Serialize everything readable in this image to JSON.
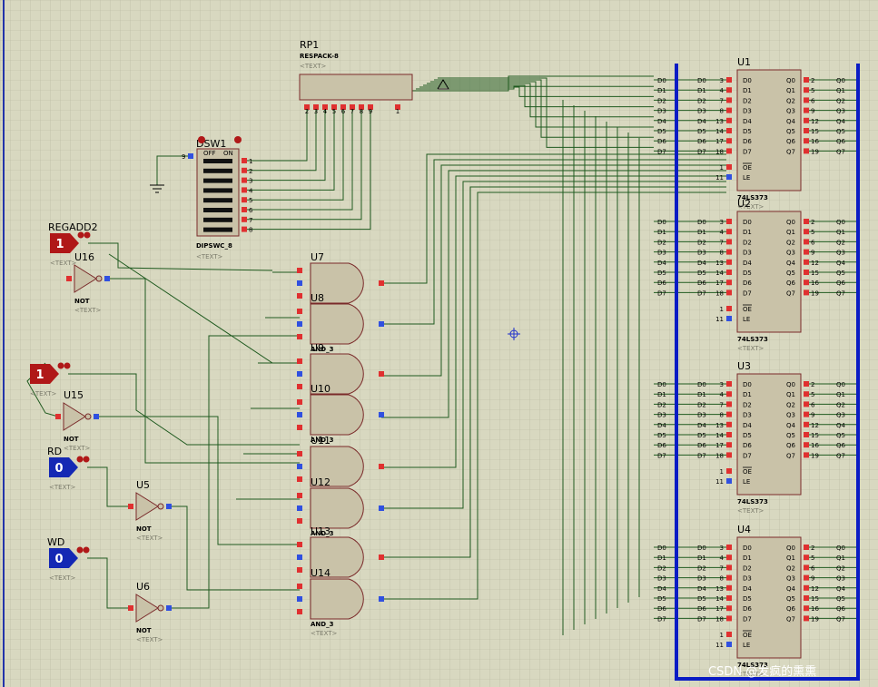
{
  "colors": {
    "wire": "#1f5a1f",
    "bus": "#0b1cc4",
    "body": "#c9c2a8",
    "body_stroke": "#7a2a2a",
    "pin_red": "#e03030",
    "pin_blue": "#3050e0",
    "probe_red": "#b01818",
    "probe_blue": "#1428b4"
  },
  "placeholder": "<TEXT>",
  "watermark": "CSDN @发疯的熏熏",
  "rp1": {
    "ref": "RP1",
    "part": "RESPACK-8",
    "pins": [
      "2",
      "3",
      "4",
      "5",
      "6",
      "7",
      "8",
      "9",
      "1"
    ]
  },
  "dsw1": {
    "ref": "DSW1",
    "part": "DIPSWC_8",
    "off": "OFF",
    "on": "ON",
    "pin": "9",
    "pins": [
      "1",
      "2",
      "3",
      "4",
      "5",
      "6",
      "7",
      "8"
    ]
  },
  "probes": {
    "regadd2": {
      "label": "REGADD2",
      "value": "1"
    },
    "unnamed": {
      "label": "",
      "value": "1"
    },
    "rd": {
      "label": "RD",
      "value": "0"
    },
    "wd": {
      "label": "WD",
      "value": "0"
    }
  },
  "not_gates": [
    {
      "ref": "U16",
      "part": "NOT"
    },
    {
      "ref": "U15",
      "part": "NOT"
    },
    {
      "ref": "U5",
      "part": "NOT"
    },
    {
      "ref": "U6",
      "part": "NOT"
    }
  ],
  "and_gates": {
    "refs": [
      "U7",
      "U8",
      "U9",
      "U10",
      "U11",
      "U12",
      "U13",
      "U14"
    ],
    "part": "AND_3"
  },
  "latches": [
    {
      "ref": "U1",
      "part": "74LS373",
      "left_nets": [
        "D0",
        "D1",
        "D2",
        "D3",
        "D4",
        "D5",
        "D6",
        "D7"
      ],
      "in_pins": [
        "3",
        "4",
        "7",
        "8",
        "13",
        "14",
        "17",
        "18"
      ],
      "inputs": [
        "D0",
        "D1",
        "D2",
        "D3",
        "D4",
        "D5",
        "D6",
        "D7"
      ],
      "outputs": [
        "Q0",
        "Q1",
        "Q2",
        "Q3",
        "Q4",
        "Q5",
        "Q6",
        "Q7"
      ],
      "out_pins": [
        "2",
        "5",
        "6",
        "9",
        "12",
        "15",
        "16",
        "19"
      ],
      "right_nets": [
        "Q0",
        "Q1",
        "Q2",
        "Q3",
        "Q4",
        "Q5",
        "Q6",
        "Q7"
      ],
      "oe_pin": "1",
      "le_pin": "11",
      "oe": "OE",
      "le": "LE"
    },
    {
      "ref": "U2",
      "part": "74LS373",
      "left_nets": [
        "D0",
        "D1",
        "D2",
        "D3",
        "D4",
        "D5",
        "D6",
        "D7"
      ],
      "in_pins": [
        "3",
        "4",
        "7",
        "8",
        "13",
        "14",
        "17",
        "18"
      ],
      "inputs": [
        "D0",
        "D1",
        "D2",
        "D3",
        "D4",
        "D5",
        "D6",
        "D7"
      ],
      "outputs": [
        "Q0",
        "Q1",
        "Q2",
        "Q3",
        "Q4",
        "Q5",
        "Q6",
        "Q7"
      ],
      "out_pins": [
        "2",
        "5",
        "6",
        "9",
        "12",
        "15",
        "16",
        "19"
      ],
      "right_nets": [
        "Q0",
        "Q1",
        "Q2",
        "Q3",
        "Q4",
        "Q5",
        "Q6",
        "Q7"
      ],
      "oe_pin": "1",
      "le_pin": "11",
      "oe": "OE",
      "le": "LE"
    },
    {
      "ref": "U3",
      "part": "74LS373",
      "left_nets": [
        "D0",
        "D1",
        "D2",
        "D3",
        "D4",
        "D5",
        "D6",
        "D7"
      ],
      "in_pins": [
        "3",
        "4",
        "7",
        "8",
        "13",
        "14",
        "17",
        "18"
      ],
      "inputs": [
        "D0",
        "D1",
        "D2",
        "D3",
        "D4",
        "D5",
        "D6",
        "D7"
      ],
      "outputs": [
        "Q0",
        "Q1",
        "Q2",
        "Q3",
        "Q4",
        "Q5",
        "Q6",
        "Q7"
      ],
      "out_pins": [
        "2",
        "5",
        "6",
        "9",
        "12",
        "15",
        "16",
        "19"
      ],
      "right_nets": [
        "Q0",
        "Q1",
        "Q2",
        "Q3",
        "Q4",
        "Q5",
        "Q6",
        "Q7"
      ],
      "oe_pin": "1",
      "le_pin": "11",
      "oe": "OE",
      "le": "LE"
    },
    {
      "ref": "U4",
      "part": "74LS373",
      "left_nets": [
        "D0",
        "D1",
        "D2",
        "D3",
        "D4",
        "D5",
        "D6",
        "D7"
      ],
      "in_pins": [
        "3",
        "4",
        "7",
        "8",
        "13",
        "14",
        "17",
        "18"
      ],
      "inputs": [
        "D0",
        "D1",
        "D2",
        "D3",
        "D4",
        "D5",
        "D6",
        "D7"
      ],
      "outputs": [
        "Q0",
        "Q1",
        "Q2",
        "Q3",
        "Q4",
        "Q5",
        "Q6",
        "Q7"
      ],
      "out_pins": [
        "2",
        "5",
        "6",
        "9",
        "12",
        "15",
        "16",
        "19"
      ],
      "right_nets": [
        "Q0",
        "Q1",
        "Q2",
        "Q3",
        "Q4",
        "Q5",
        "Q6",
        "Q7"
      ],
      "oe_pin": "1",
      "le_pin": "11",
      "oe": "OE",
      "le": "LE"
    }
  ]
}
